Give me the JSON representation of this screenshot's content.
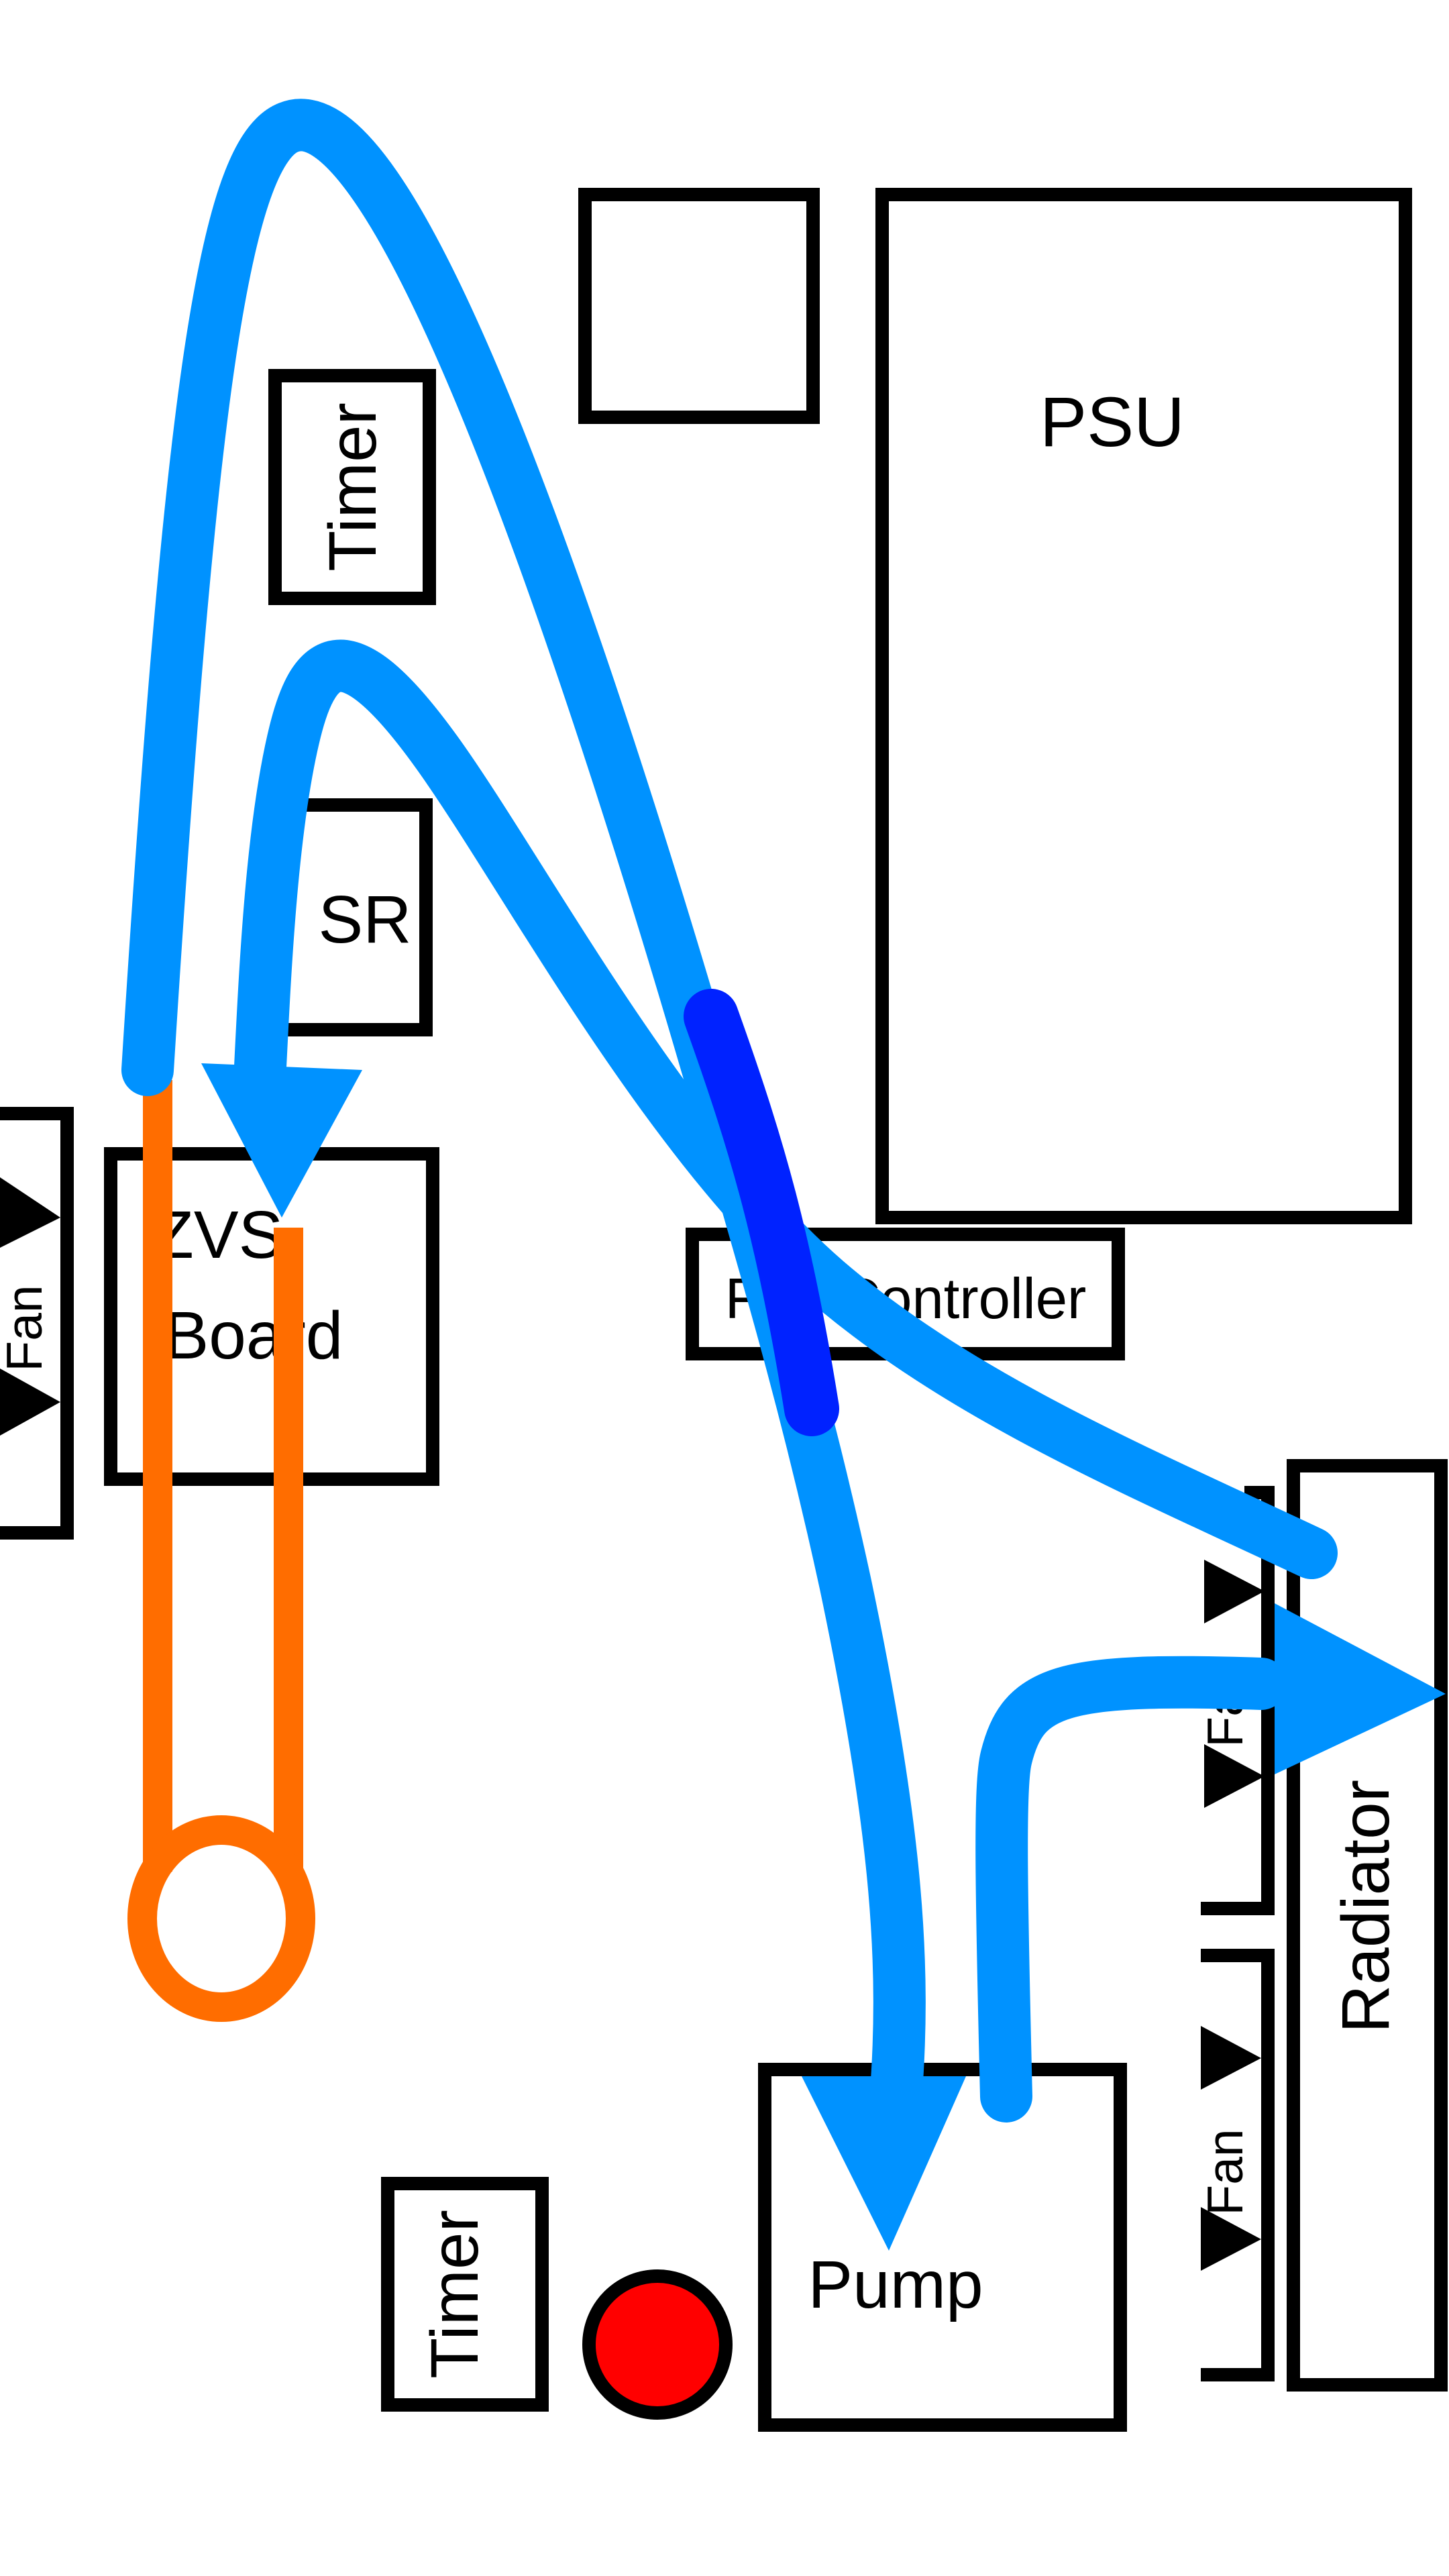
{
  "labels": {
    "psu": "PSU",
    "timer_top": "Timer",
    "ssr": "SR",
    "zvs_line1": "ZVS",
    "zvs_line2": "Board",
    "fan_controller": "Fan Controller",
    "fan_left": "Fan",
    "fan_right_upper": "Fan",
    "fan_right_lower": "Fan",
    "radiator": "Radiator",
    "pump": "Pump",
    "timer_bottom": "Timer"
  },
  "colors": {
    "hose": "#0092ff",
    "hose_crossing": "#0022ff",
    "coil": "#ff6d00",
    "indicator": "#ff0000",
    "outline": "#000000",
    "fan_arrow": "#000000"
  },
  "icons": {
    "indicator": "red-indicator-light-icon",
    "fan_arrows": "airflow-triangle-icon"
  }
}
